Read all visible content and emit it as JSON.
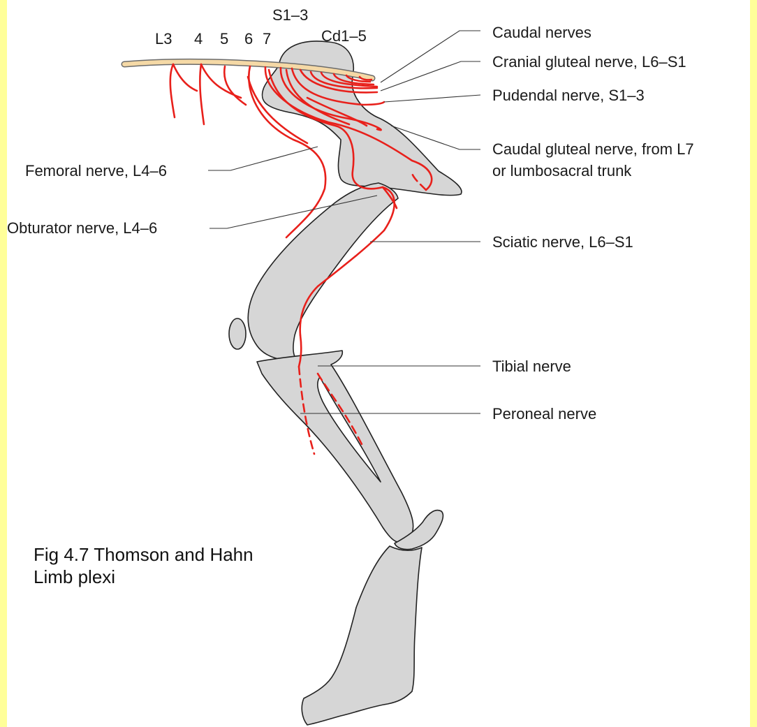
{
  "colors": {
    "background": "#ffff99",
    "panel": "#ffffff",
    "bone": "#d6d6d6",
    "nerve": "#e8201b",
    "spine": "#f5d9a6"
  },
  "vertebra_labels": {
    "l3": "L3",
    "l4": "4",
    "l5": "5",
    "l6": "6",
    "l7": "7",
    "sacral": "S1–3",
    "caudal": "Cd1–5"
  },
  "labels": {
    "caudal_nerves": "Caudal nerves",
    "cranial_gluteal": "Cranial gluteal nerve, L6–S1",
    "pudendal": "Pudendal nerve, S1–3",
    "caudal_gluteal_1": "Caudal gluteal nerve, from L7",
    "caudal_gluteal_2": "or lumbosacral trunk",
    "femoral": "Femoral nerve, L4–6",
    "obturator": "Obturator nerve, L4–6",
    "sciatic": "Sciatic nerve, L6–S1",
    "tibial": "Tibial nerve",
    "peroneal": "Peroneal nerve"
  },
  "caption": {
    "line1": "Fig 4.7 Thomson and Hahn",
    "line2": "Limb plexi"
  }
}
